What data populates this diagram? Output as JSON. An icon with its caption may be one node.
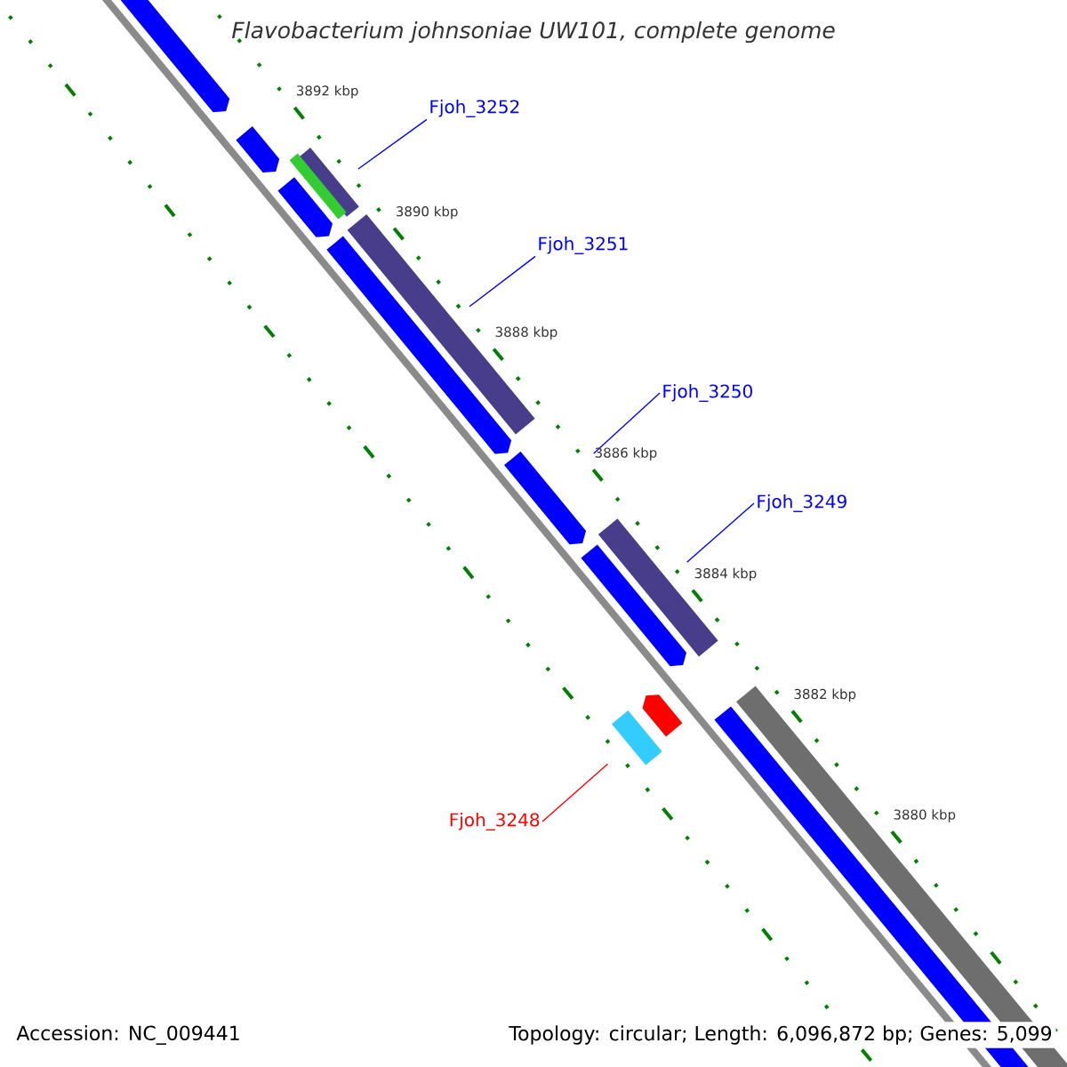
{
  "diagram": {
    "title": "Flavobacterium johnsoniae UW101, complete genome",
    "nodes": [
      {
        "text": [
          "Fjoh_3252"
        ]
      },
      {
        "text": [],
        "shape": "bar"
      },
      {
        "text": [
          "Fjoh_3251"
        ]
      },
      {
        "text": [],
        "shape": "bar"
      },
      {
        "text": [
          "Fjoh_3250"
        ]
      },
      {
        "text": [],
        "shape": "bar"
      },
      {
        "text": [
          "Fjoh_3249"
        ]
      },
      {
        "text": [],
        "shape": "bar"
      },
      {
        "text": [
          "Fjoh_3248"
        ]
      },
      {
        "text": [],
        "shape": "bar"
      }
    ],
    "edges": [
      {
        "from": 0,
        "to": 1,
        "arrow": "none"
      },
      {
        "from": 2,
        "to": 3,
        "arrow": "none"
      },
      {
        "from": 4,
        "to": 5,
        "arrow": "none"
      },
      {
        "from": 6,
        "to": 7,
        "arrow": "none"
      },
      {
        "from": 8,
        "to": 9,
        "arrow": "none",
        "color": "#ff0000"
      }
    ],
    "labels": [
      "3892 kbp",
      "3890 kbp",
      "3888 kbp",
      "3886 kbp",
      "3884 kbp",
      "3882 kbp",
      "3880 kbp",
      "Accession: NC_009441",
      "Topology: circular; Length: 6,096,872 bp; Genes: 5,099"
    ]
  }
}
